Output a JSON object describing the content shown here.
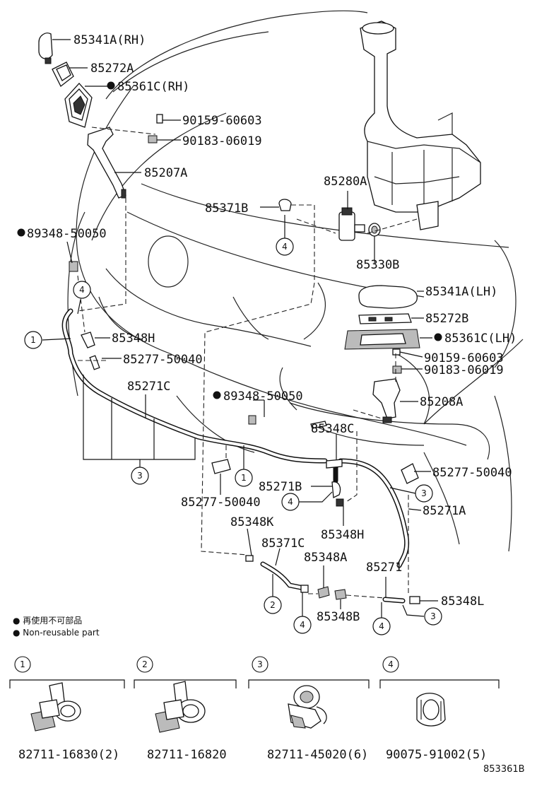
{
  "labels": {
    "p85341A_RH": "85341A(RH)",
    "p85272A": "85272A",
    "p85361C_RH": "85361C(RH)",
    "p90159_60603_a": "90159-60603",
    "p90183_06019_a": "90183-06019",
    "p85207A": "85207A",
    "p85280A": "85280A",
    "p85371B": "85371B",
    "p89348_50050_a": "89348-50050",
    "p85330B": "85330B",
    "p85341A_LH": "85341A(LH)",
    "p85272B": "85272B",
    "p85361C_LH": "85361C(LH)",
    "p90159_60603_b": "90159-60603",
    "p90183_06019_b": "90183-06019",
    "p85348H_a": "85348H",
    "p85277_50040_a": "85277-50040",
    "p85271C": "85271C",
    "p89348_50050_b": "89348-50050",
    "p85208A": "85208A",
    "p85348C": "85348C",
    "p85277_50040_b": "85277-50040",
    "p85271B": "85271B",
    "p85277_50040_c": "85277-50040",
    "p85271A": "85271A",
    "p85348K": "85348K",
    "p85348H_b": "85348H",
    "p85371C": "85371C",
    "p85348A": "85348A",
    "p85271": "85271",
    "p85348L": "85348L",
    "p85348B": "85348B"
  },
  "callouts": {
    "c1": "1",
    "c2": "2",
    "c3": "3",
    "c4": "4"
  },
  "legend": {
    "jp": "● 再使用不可部品",
    "en": "● Non-reusable part"
  },
  "clips": [
    {
      "num": "1",
      "part": "82711-16830(2)"
    },
    {
      "num": "2",
      "part": "82711-16820"
    },
    {
      "num": "3",
      "part": "82711-45020(6)"
    },
    {
      "num": "4",
      "part": "90075-91002(5)"
    }
  ],
  "figure_id": "853361B"
}
